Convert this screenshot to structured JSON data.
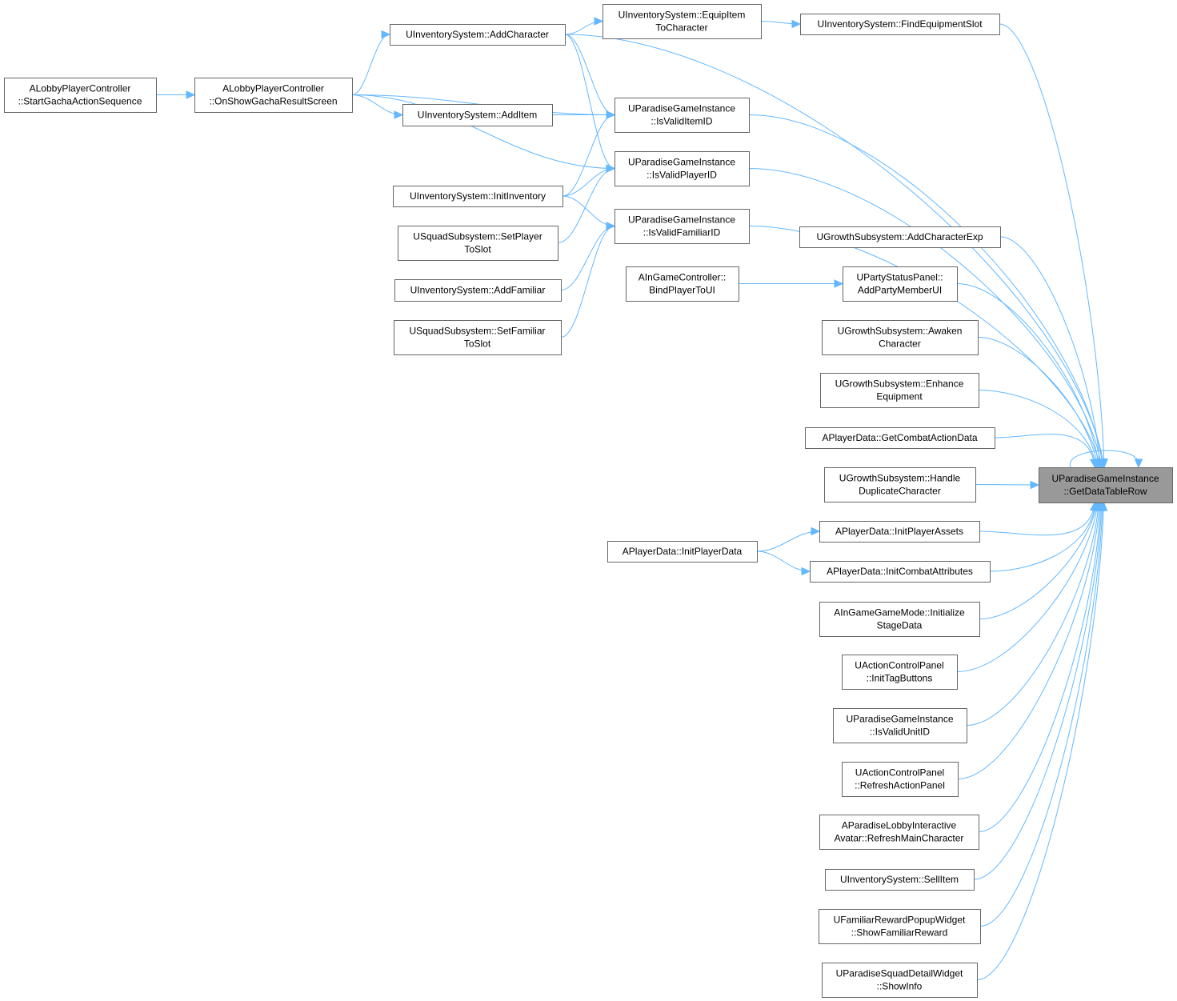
{
  "graph": {
    "root": "root",
    "colors": {
      "edge": "#63b8ff",
      "root_fill": "#999999",
      "box_border": "#666666"
    },
    "nodes": [
      {
        "id": "root",
        "lines": [
          "UParadiseGameInstance",
          "::GetDataTableRow"
        ]
      },
      {
        "id": "startGacha",
        "lines": [
          "ALobbyPlayerController",
          "::StartGachaActionSequence"
        ]
      },
      {
        "id": "onShowGacha",
        "lines": [
          "ALobbyPlayerController",
          "::OnShowGachaResultScreen"
        ]
      },
      {
        "id": "addCharacter",
        "lines": [
          "UInventorySystem::AddCharacter"
        ]
      },
      {
        "id": "equipItem",
        "lines": [
          "UInventorySystem::EquipItem",
          "ToCharacter"
        ]
      },
      {
        "id": "findEquip",
        "lines": [
          "UInventorySystem::FindEquipmentSlot"
        ]
      },
      {
        "id": "isValidItem",
        "lines": [
          "UParadiseGameInstance",
          "::IsValidItemID"
        ]
      },
      {
        "id": "addItem",
        "lines": [
          "UInventorySystem::AddItem"
        ]
      },
      {
        "id": "isValidPlayer",
        "lines": [
          "UParadiseGameInstance",
          "::IsValidPlayerID"
        ]
      },
      {
        "id": "initInventory",
        "lines": [
          "UInventorySystem::InitInventory"
        ]
      },
      {
        "id": "isValidFamiliar",
        "lines": [
          "UParadiseGameInstance",
          "::IsValidFamiliarID"
        ]
      },
      {
        "id": "setPlayerSlot",
        "lines": [
          "USquadSubsystem::SetPlayer",
          "ToSlot"
        ]
      },
      {
        "id": "addFamiliar",
        "lines": [
          "UInventorySystem::AddFamiliar"
        ]
      },
      {
        "id": "setFamiliarSlot",
        "lines": [
          "USquadSubsystem::SetFamiliar",
          "ToSlot"
        ]
      },
      {
        "id": "addCharExp",
        "lines": [
          "UGrowthSubsystem::AddCharacterExp"
        ]
      },
      {
        "id": "bindPlayer",
        "lines": [
          "AInGameController::",
          "BindPlayerToUI"
        ]
      },
      {
        "id": "addPartyMember",
        "lines": [
          "UPartyStatusPanel::",
          "AddPartyMemberUI"
        ]
      },
      {
        "id": "awaken",
        "lines": [
          "UGrowthSubsystem::Awaken",
          "Character"
        ]
      },
      {
        "id": "enhance",
        "lines": [
          "UGrowthSubsystem::Enhance",
          "Equipment"
        ]
      },
      {
        "id": "getCombat",
        "lines": [
          "APlayerData::GetCombatActionData"
        ]
      },
      {
        "id": "handleDup",
        "lines": [
          "UGrowthSubsystem::Handle",
          "DuplicateCharacter"
        ]
      },
      {
        "id": "initAssets",
        "lines": [
          "APlayerData::InitPlayerAssets"
        ]
      },
      {
        "id": "initPlayerData",
        "lines": [
          "APlayerData::InitPlayerData"
        ]
      },
      {
        "id": "initCombatAttr",
        "lines": [
          "APlayerData::InitCombatAttributes"
        ]
      },
      {
        "id": "initStage",
        "lines": [
          "AInGameGameMode::Initialize",
          "StageData"
        ]
      },
      {
        "id": "initTag",
        "lines": [
          "UActionControlPanel",
          "::InitTagButtons"
        ]
      },
      {
        "id": "isValidUnit",
        "lines": [
          "UParadiseGameInstance",
          "::IsValidUnitID"
        ]
      },
      {
        "id": "refreshAction",
        "lines": [
          "UActionControlPanel",
          "::RefreshActionPanel"
        ]
      },
      {
        "id": "refreshMain",
        "lines": [
          "AParadiseLobbyInteractive",
          "Avatar::RefreshMainCharacter"
        ]
      },
      {
        "id": "sellItem",
        "lines": [
          "UInventorySystem::SellItem"
        ]
      },
      {
        "id": "showFamiliar",
        "lines": [
          "UFamiliarRewardPopupWidget",
          "::ShowFamiliarReward"
        ]
      },
      {
        "id": "showInfo",
        "lines": [
          "UParadiseSquadDetailWidget",
          "::ShowInfo"
        ]
      }
    ],
    "edges": [
      [
        "startGacha",
        "onShowGacha"
      ],
      [
        "onShowGacha",
        "addCharacter"
      ],
      [
        "onShowGacha",
        "isValidItem"
      ],
      [
        "onShowGacha",
        "addItem"
      ],
      [
        "onShowGacha",
        "isValidPlayer"
      ],
      [
        "addCharacter",
        "equipItem"
      ],
      [
        "addCharacter",
        "root"
      ],
      [
        "addCharacter",
        "isValidItem"
      ],
      [
        "addCharacter",
        "isValidPlayer"
      ],
      [
        "equipItem",
        "findEquip"
      ],
      [
        "findEquip",
        "root"
      ],
      [
        "addItem",
        "isValidItem"
      ],
      [
        "initInventory",
        "isValidItem"
      ],
      [
        "initInventory",
        "isValidPlayer"
      ],
      [
        "initInventory",
        "isValidFamiliar"
      ],
      [
        "setPlayerSlot",
        "isValidPlayer"
      ],
      [
        "addFamiliar",
        "isValidFamiliar"
      ],
      [
        "setFamiliarSlot",
        "isValidFamiliar"
      ],
      [
        "isValidItem",
        "root"
      ],
      [
        "isValidPlayer",
        "root"
      ],
      [
        "isValidFamiliar",
        "root"
      ],
      [
        "addCharExp",
        "root"
      ],
      [
        "bindPlayer",
        "addPartyMember"
      ],
      [
        "addPartyMember",
        "root"
      ],
      [
        "awaken",
        "root"
      ],
      [
        "enhance",
        "root"
      ],
      [
        "getCombat",
        "root"
      ],
      [
        "handleDup",
        "root"
      ],
      [
        "initAssets",
        "root"
      ],
      [
        "initPlayerData",
        "initAssets"
      ],
      [
        "initPlayerData",
        "initCombatAttr"
      ],
      [
        "initCombatAttr",
        "root"
      ],
      [
        "initStage",
        "root"
      ],
      [
        "initTag",
        "root"
      ],
      [
        "isValidUnit",
        "root"
      ],
      [
        "refreshAction",
        "root"
      ],
      [
        "refreshMain",
        "root"
      ],
      [
        "sellItem",
        "root"
      ],
      [
        "showFamiliar",
        "root"
      ],
      [
        "showInfo",
        "root"
      ],
      [
        "root",
        "root"
      ]
    ]
  }
}
